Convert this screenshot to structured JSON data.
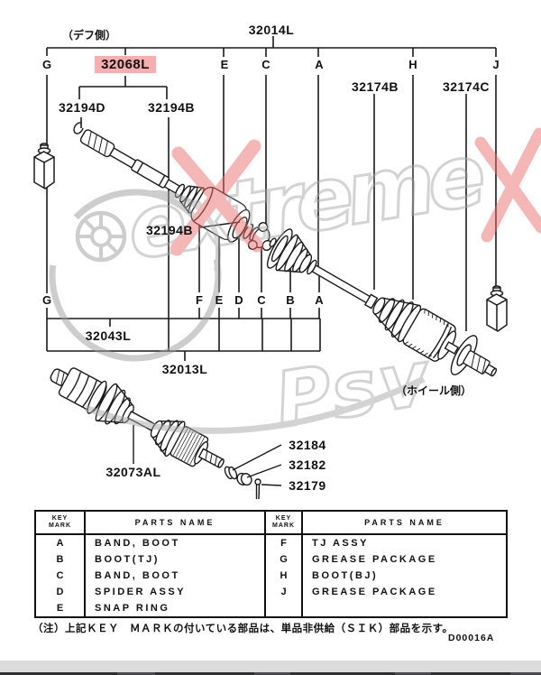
{
  "colors": {
    "highlight_pink": "#f8aeae",
    "line_black": "#1a1a1a",
    "watermark_gray": "#c6c6c6",
    "watermark_red": "#f2a0a0",
    "footer_gray": "#dcdcdd",
    "footer_dark": "#2f2f31"
  },
  "labels": {
    "diff_side": "（デフ側）",
    "wheel_side": "（ホイール側）",
    "n32014l": "32014L",
    "n32068l": "32068L",
    "n32174b": "32174B",
    "n32174c": "32174C",
    "n32194d": "32194D",
    "n32194b_top": "32194B",
    "n32194b_mid": "32194B",
    "n32043l": "32043L",
    "n32013l": "32013L",
    "n32073al": "32073AL",
    "n32184": "32184",
    "n32182": "32182",
    "n32179": "32179"
  },
  "key_letters_top": [
    "G",
    "E",
    "C",
    "A",
    "H",
    "J"
  ],
  "key_letters_bottom": [
    "G",
    "F",
    "E",
    "D",
    "C",
    "B",
    "A"
  ],
  "watermark": {
    "text_main": "extreme",
    "text_sub": "Psv"
  },
  "table": {
    "key_mark_header_line1": "KEY",
    "key_mark_header_line2": "MARK",
    "parts_name_header": "PARTS NAME",
    "left_rows": [
      {
        "mark": "A",
        "name": "BAND, BOOT"
      },
      {
        "mark": "B",
        "name": "BOOT(TJ)"
      },
      {
        "mark": "C",
        "name": "BAND, BOOT"
      },
      {
        "mark": "D",
        "name": "SPIDER ASSY"
      },
      {
        "mark": "E",
        "name": "SNAP RING"
      }
    ],
    "right_rows": [
      {
        "mark": "F",
        "name": "TJ ASSY"
      },
      {
        "mark": "G",
        "name": "GREASE PACKAGE"
      },
      {
        "mark": "H",
        "name": "BOOT(BJ)"
      },
      {
        "mark": "J",
        "name": "GREASE PACKAGE"
      },
      {
        "mark": "",
        "name": ""
      }
    ]
  },
  "note": "（注）上記ＫＥＹ　ＭＡＲＫの付いている部品は、単品非供給（ＳＩＫ）部品を示す。",
  "doc_code": "D00016A"
}
